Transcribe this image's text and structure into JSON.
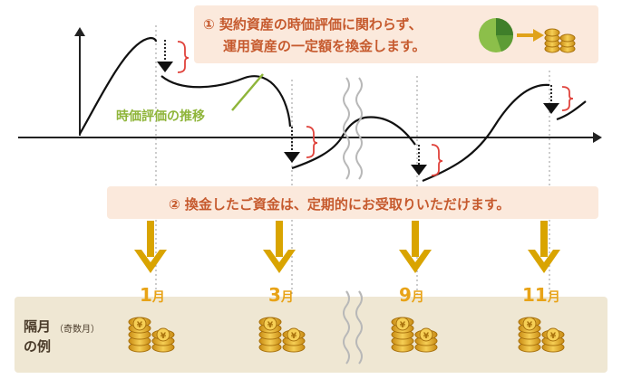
{
  "banner_top": {
    "line1": "① 契約資産の時価評価に関わらず、",
    "line2": "運用資産の一定額を換金します。"
  },
  "banner_mid": {
    "text": "② 換金したご資金は、定期的にお受取りいただけます。"
  },
  "trend_label": "時価評価の推移",
  "months": [
    {
      "num": "1",
      "unit": "月"
    },
    {
      "num": "3",
      "unit": "月"
    },
    {
      "num": "9",
      "unit": "月"
    },
    {
      "num": "11",
      "unit": "月"
    }
  ],
  "panel": {
    "label_main": "隔月",
    "label_paren": "（奇数月）",
    "label_sub": "の例"
  },
  "colors": {
    "accent_text": "#c65a2e",
    "banner_bg": "#fbe9dc",
    "panel_bg": "#efe7d3",
    "arrow": "#d9a400",
    "month_text": "#e8a317",
    "trend_green": "#8fb53a",
    "brace_red": "#e0433c",
    "coin": "#e9b93a"
  }
}
